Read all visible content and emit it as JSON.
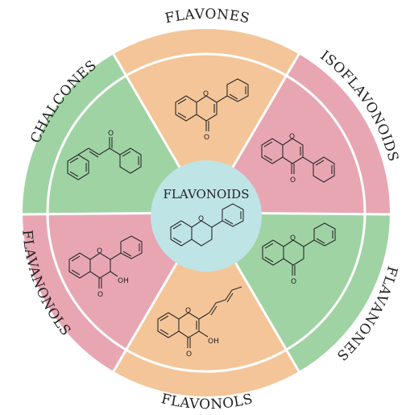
{
  "colors": {
    "green": "#9fd3a3",
    "orange": "#f4c598",
    "pink": "#e8a6b3",
    "center": "#bfe4e6",
    "ring_line": "#ffffff"
  },
  "center": {
    "label": "FLAVONOIDS",
    "atom": "O"
  },
  "segments": [
    {
      "id": "flavones",
      "label": "FLAVONES",
      "color": "orange",
      "atoms": [
        "O",
        "O"
      ]
    },
    {
      "id": "isoflavonoids",
      "label": "ISOFLAVONOIDS",
      "color": "pink",
      "atoms": [
        "O",
        "O"
      ]
    },
    {
      "id": "flavanones",
      "label": "FLAVANONES",
      "color": "green",
      "atoms": [
        "O",
        "O"
      ]
    },
    {
      "id": "flavonols",
      "label": "FLAVONOLS",
      "color": "orange",
      "atoms": [
        "O",
        "O",
        "OH"
      ]
    },
    {
      "id": "flavanonols",
      "label": "FLAVANONOLS",
      "color": "pink",
      "atoms": [
        "O",
        "O",
        "OH"
      ]
    },
    {
      "id": "chalcones",
      "label": "CHALCONES",
      "color": "green",
      "atoms": [
        "O"
      ]
    }
  ]
}
